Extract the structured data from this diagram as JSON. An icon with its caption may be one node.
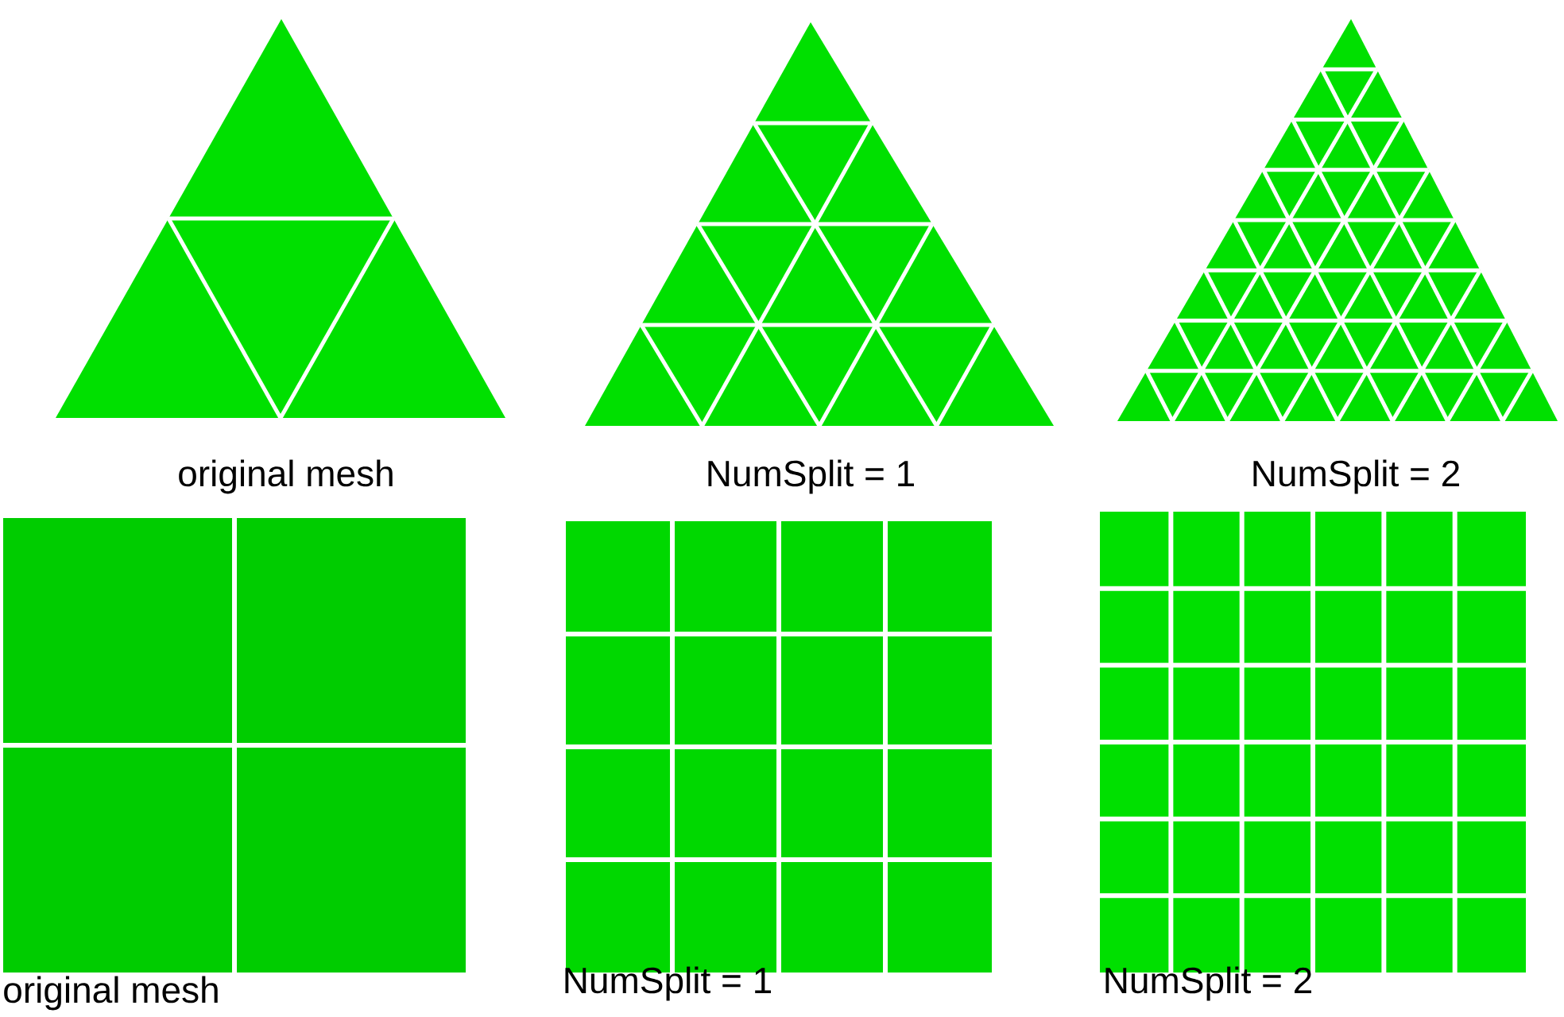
{
  "diagram": {
    "labels": [
      "original mesh",
      "NumSplit = 1",
      "NumSplit = 2",
      "original mesh",
      "NumSplit = 1",
      "NumSplit = 2"
    ]
  }
}
